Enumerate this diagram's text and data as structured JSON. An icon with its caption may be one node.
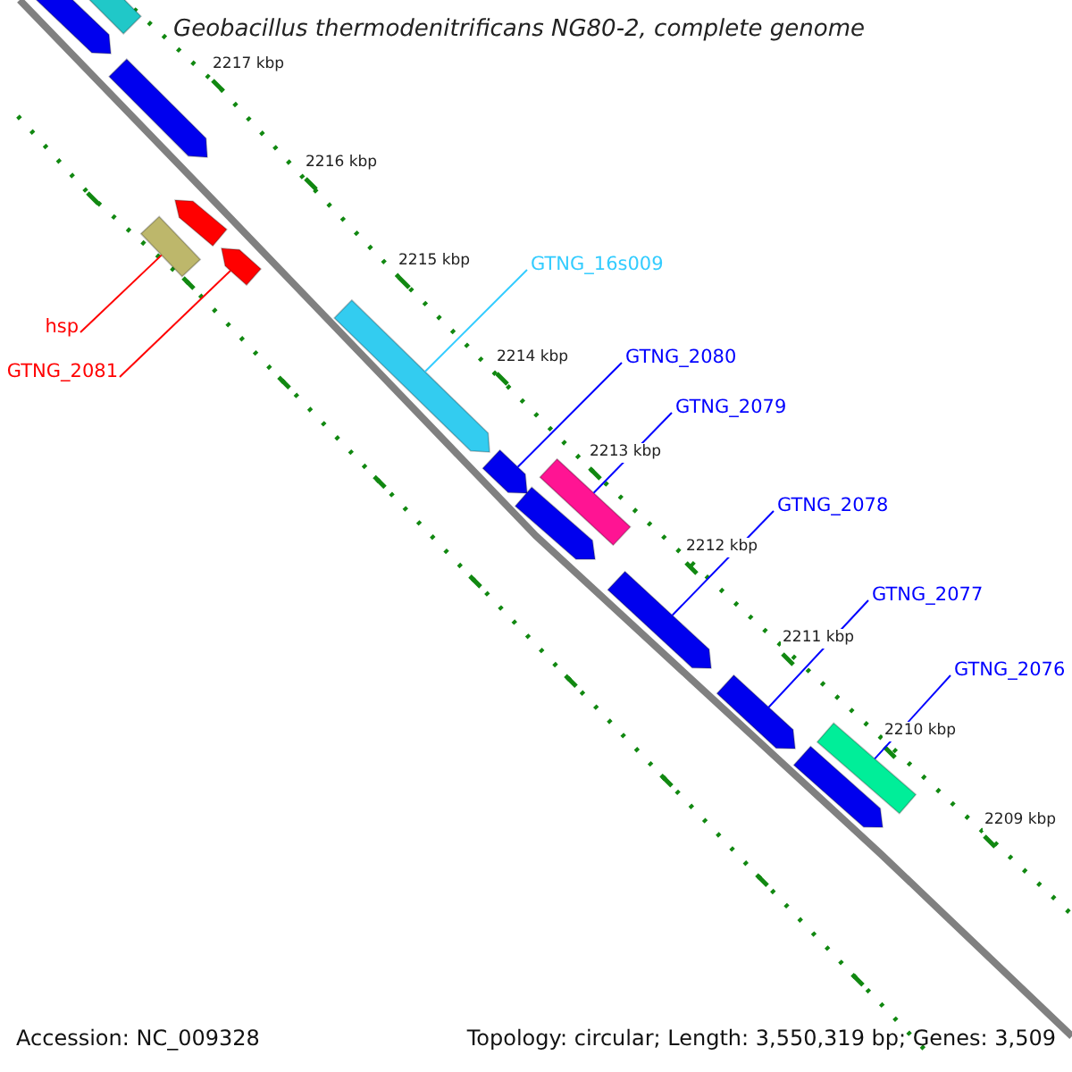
{
  "diagram": {
    "title": "Geobacillus thermodenitrificans NG80-2, complete genome",
    "nodes": [
      {
        "text": [
          "hsp"
        ]
      },
      {
        "text": [
          "GTNG_2081"
        ]
      },
      {
        "text": [
          "GTNG_16s009"
        ]
      },
      {
        "text": [
          "GTNG_2080"
        ]
      },
      {
        "text": [
          "GTNG_2079"
        ]
      },
      {
        "text": [
          "GTNG_2078"
        ]
      },
      {
        "text": [
          "GTNG_2077"
        ]
      },
      {
        "text": [
          "GTNG_2076"
        ]
      },
      {
        "text": [],
        "shape": "arrow"
      },
      {
        "text": [],
        "shape": "box"
      },
      {
        "text": [],
        "shape": "arrow"
      },
      {
        "text": [],
        "shape": "arrow"
      },
      {
        "text": [],
        "shape": "box"
      },
      {
        "text": [],
        "shape": "arrow"
      },
      {
        "text": [],
        "shape": "arrow"
      },
      {
        "text": [],
        "shape": "arrow"
      },
      {
        "text": [],
        "shape": "box"
      },
      {
        "text": [],
        "shape": "arrow"
      },
      {
        "text": [],
        "shape": "arrow"
      },
      {
        "text": [],
        "shape": "arrow"
      },
      {
        "text": [],
        "shape": "box"
      },
      {
        "text": [],
        "shape": "arrow"
      }
    ],
    "edges": [
      {
        "from": 0,
        "to": 12,
        "arrow": "none",
        "color": "#ff0000"
      },
      {
        "from": 1,
        "to": 13,
        "arrow": "none",
        "color": "#ff0000"
      },
      {
        "from": 2,
        "to": 14,
        "arrow": "none",
        "color": "#33ccff"
      },
      {
        "from": 3,
        "to": 15,
        "arrow": "none"
      },
      {
        "from": 4,
        "to": 16,
        "arrow": "none"
      },
      {
        "from": 5,
        "to": 18,
        "arrow": "none"
      },
      {
        "from": 6,
        "to": 19,
        "arrow": "none"
      },
      {
        "from": 7,
        "to": 20,
        "arrow": "none"
      }
    ],
    "labels": [
      "2217 kbp",
      "2216 kbp",
      "2215 kbp",
      "2214 kbp",
      "2213 kbp",
      "2212 kbp",
      "2211 kbp",
      "2210 kbp",
      "2209 kbp",
      "Accession: NC_009328",
      "Topology: circular; Length: 3,550,319 bp; Genes: 3,509"
    ]
  }
}
